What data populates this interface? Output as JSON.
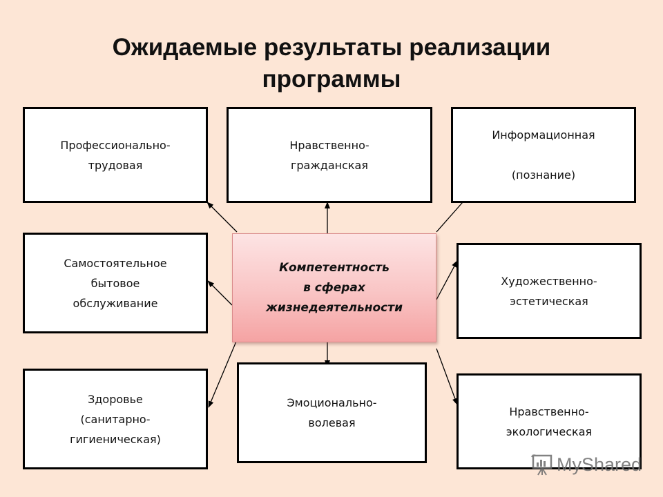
{
  "slide": {
    "title": "Ожидаемые результаты реализации\nпрограммы",
    "background_color": "#fde6d6"
  },
  "diagram": {
    "center": {
      "text": "Компетентность\nв сферах\nжизнедеятельности"
    },
    "boxes": [
      {
        "id": "professional-labor",
        "text": "Профессионально-\nтрудовая"
      },
      {
        "id": "moral-civic",
        "text": "Нравственно-\nгражданская"
      },
      {
        "id": "informational",
        "text": "Информационная\n\n(познание)"
      },
      {
        "id": "self-care",
        "text": "Самостоятельное\nбытовое\nобслуживание"
      },
      {
        "id": "artistic-aesthetic",
        "text": "Художественно-\nэстетическая"
      },
      {
        "id": "health",
        "text": "Здоровье\n(санитарно-\nгигиеническая)"
      },
      {
        "id": "emotional-volitional",
        "text": "Эмоционально-\nволевая"
      },
      {
        "id": "moral-ecological",
        "text": "Нравственно-\nэкологическая"
      }
    ],
    "edges": [
      {
        "from": "center",
        "to": "professional-labor"
      },
      {
        "from": "center",
        "to": "moral-civic"
      },
      {
        "from": "center",
        "to": "informational"
      },
      {
        "from": "center",
        "to": "self-care"
      },
      {
        "from": "center",
        "to": "artistic-aesthetic"
      },
      {
        "from": "center",
        "to": "health"
      },
      {
        "from": "center",
        "to": "emotional-volitional"
      },
      {
        "from": "center",
        "to": "moral-ecological"
      }
    ]
  },
  "watermark": {
    "text": "MyShared",
    "icon": "presentation-board-icon"
  }
}
